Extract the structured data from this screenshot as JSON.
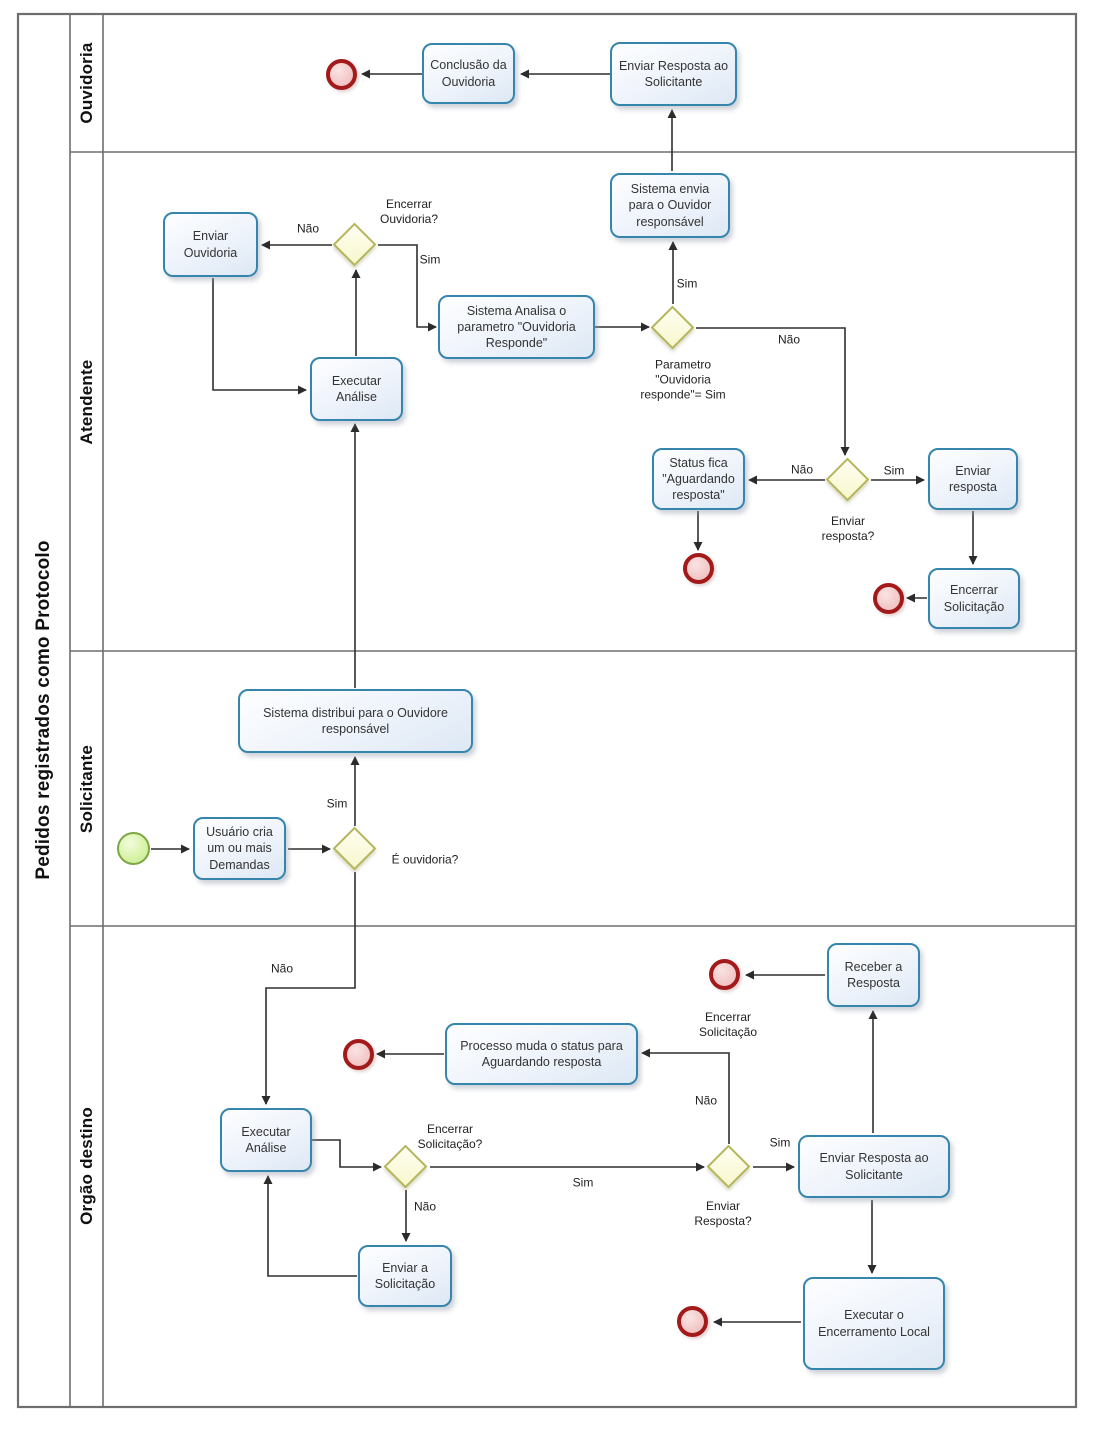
{
  "diagram": {
    "pool_title": "Pedidos registrados como Protocolo",
    "lanes": [
      {
        "label": "Ouvidoria"
      },
      {
        "label": "Atendente"
      },
      {
        "label": "Solicitante"
      },
      {
        "label": "Orgão destino"
      }
    ],
    "tasks": {
      "conclusao_ouvidoria": "Conclusão da Ouvidoria",
      "enviar_resposta_solicitante_ouv": "Enviar Resposta ao Solicitante",
      "enviar_ouvidoria": "Enviar Ouvidoria",
      "executar_analise_atendente": "Executar Análise",
      "sistema_analisa": "Sistema Analisa o parametro \"Ouvidoria Responde\"",
      "sistema_envia": "Sistema envia para o Ouvidor responsável",
      "status_fica": "Status fica \"Aguardando resposta\"",
      "enviar_resposta": "Enviar resposta",
      "encerrar_solicitacao": "Encerrar Solicitação",
      "sistema_distribui": "Sistema distribui para o Ouvidore responsável",
      "usuario_cria": "Usuário cria um ou mais Demandas",
      "executar_analise_orgao": "Executar Análise",
      "enviar_a_solicitacao": "Enviar a Solicitação",
      "processo_muda": "Processo muda o status para Aguardando resposta",
      "receber_resposta": "Receber a Resposta",
      "enviar_resposta_solicitante_org": "Enviar Resposta ao Solicitante",
      "executar_encerramento": "Executar o Encerramento Local"
    },
    "gateway_labels": {
      "encerrar_ouvidoria_q": "Encerrar Ouvidoria?",
      "parametro_ouvidoria_responde": "Parametro \"Ouvidoria responde\"= Sim",
      "enviar_resposta_q_atendente": "Enviar resposta?",
      "e_ouvidoria_q": "É ouvidoria?",
      "encerrar_solicitacao_q": "Encerrar Solicitação?",
      "enviar_resposta_q_orgao": "Enviar Resposta?"
    },
    "event_labels": {
      "encerrar_solicitacao_end": "Encerrar Solicitação"
    },
    "edge_labels": {
      "yes": "Sim",
      "no": "Não"
    },
    "colors": {
      "task_border": "#3585ad",
      "task_fill": "#e9f0f9",
      "gateway_border": "#b5b55a",
      "gateway_fill": "#f7f7cd",
      "start_border": "#7ca743",
      "start_fill": "#d9f3a9",
      "end_border": "#a21a1a",
      "end_fill": "#f3c9c9",
      "flow_line": "#2f2f2f",
      "lane_border": "#6e6e6e"
    }
  }
}
